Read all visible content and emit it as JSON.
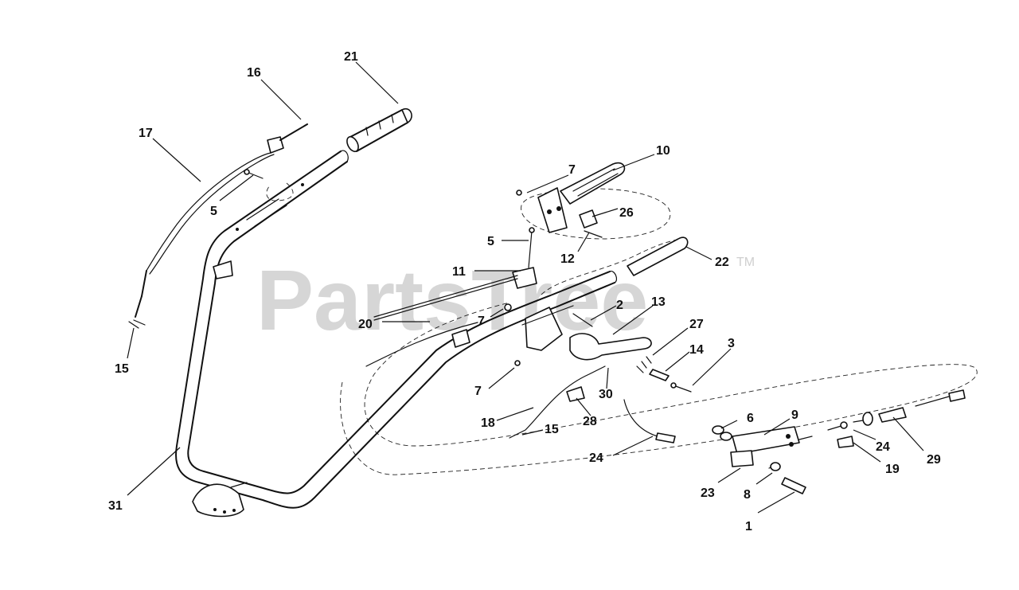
{
  "watermark": {
    "text": "PartsTree",
    "trademark": "TM"
  },
  "callouts": [
    {
      "id": "c21",
      "label": "21"
    },
    {
      "id": "c16",
      "label": "16"
    },
    {
      "id": "c17",
      "label": "17"
    },
    {
      "id": "c5a",
      "label": "5"
    },
    {
      "id": "c15a",
      "label": "15"
    },
    {
      "id": "c31",
      "label": "31"
    },
    {
      "id": "c10",
      "label": "10"
    },
    {
      "id": "c7a",
      "label": "7"
    },
    {
      "id": "c26",
      "label": "26"
    },
    {
      "id": "c5b",
      "label": "5"
    },
    {
      "id": "c12",
      "label": "12"
    },
    {
      "id": "c22",
      "label": "22"
    },
    {
      "id": "c11",
      "label": "11"
    },
    {
      "id": "c2",
      "label": "2"
    },
    {
      "id": "c13",
      "label": "13"
    },
    {
      "id": "c20",
      "label": "20"
    },
    {
      "id": "c7b",
      "label": "7"
    },
    {
      "id": "c27",
      "label": "27"
    },
    {
      "id": "c14",
      "label": "14"
    },
    {
      "id": "c3",
      "label": "3"
    },
    {
      "id": "c7c",
      "label": "7"
    },
    {
      "id": "c30",
      "label": "30"
    },
    {
      "id": "c18",
      "label": "18"
    },
    {
      "id": "c28",
      "label": "28"
    },
    {
      "id": "c15b",
      "label": "15"
    },
    {
      "id": "c6",
      "label": "6"
    },
    {
      "id": "c9",
      "label": "9"
    },
    {
      "id": "c24a",
      "label": "24"
    },
    {
      "id": "c24b",
      "label": "24"
    },
    {
      "id": "c29",
      "label": "29"
    },
    {
      "id": "c19",
      "label": "19"
    },
    {
      "id": "c23",
      "label": "23"
    },
    {
      "id": "c8",
      "label": "8"
    },
    {
      "id": "c1",
      "label": "1"
    }
  ]
}
